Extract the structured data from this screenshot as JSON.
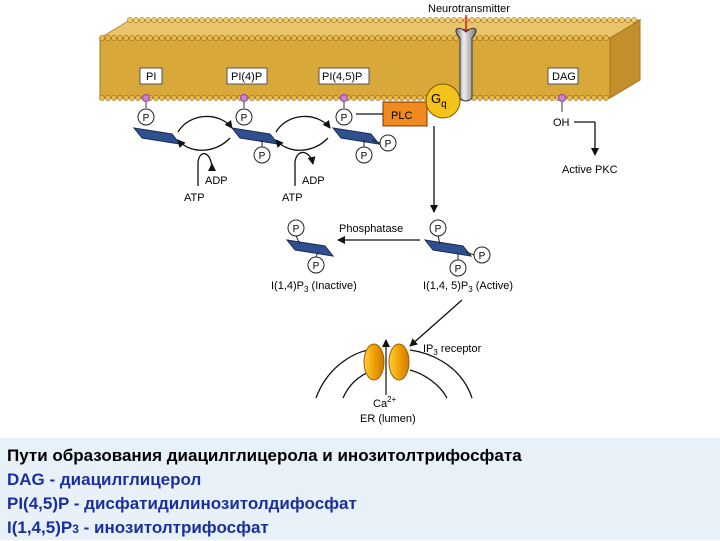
{
  "diagram": {
    "neurotransmitter": "Neurotransmitter",
    "lipids": {
      "pi": "PI",
      "pi4p": "PI(4)P",
      "pi45p": "PI(4,5)P",
      "dag": "DAG"
    },
    "plc": "PLC",
    "gq": {
      "main": "G",
      "sub": "q"
    },
    "oh": "OH",
    "active_pkc": "Active PKC",
    "adp": "ADP",
    "atp": "ATP",
    "phosphatase": "Phosphatase",
    "p": "P",
    "ip3_inactive": {
      "a": "I(1,4)P",
      "sub": "3",
      "b": " (Inactive)"
    },
    "ip3_active": {
      "a": "I(1,4, 5)P",
      "sub": "3",
      "b": " (Active)"
    },
    "ip3_receptor": {
      "a": "IP",
      "sub": "3",
      "b": " receptor"
    },
    "ca": {
      "main": "Ca",
      "sup": "2+"
    },
    "er_lumen": "ER (lumen)"
  },
  "caption": {
    "title": "Пути образования диацилглицерола и инозитолтрифосфата",
    "line2": "DAG - диацилглицерол",
    "line3": "PI(4,5)P - дисфатидилинозитолдифосфат",
    "line4_main": "I(1,4,5)P",
    "line4_sub": "3",
    "line4_rest": " - инозитолтрифосфат"
  },
  "colors": {
    "membrane": "#d8a83a",
    "plc_box": "#f08a1e",
    "gq_circle": "#f4c21a",
    "inositol_ring": "#2f4f8f",
    "channel": "#f0a000",
    "caption_bg": "#e8f1f8",
    "caption_title": "#000000",
    "caption_text": "#1a2fa0"
  }
}
